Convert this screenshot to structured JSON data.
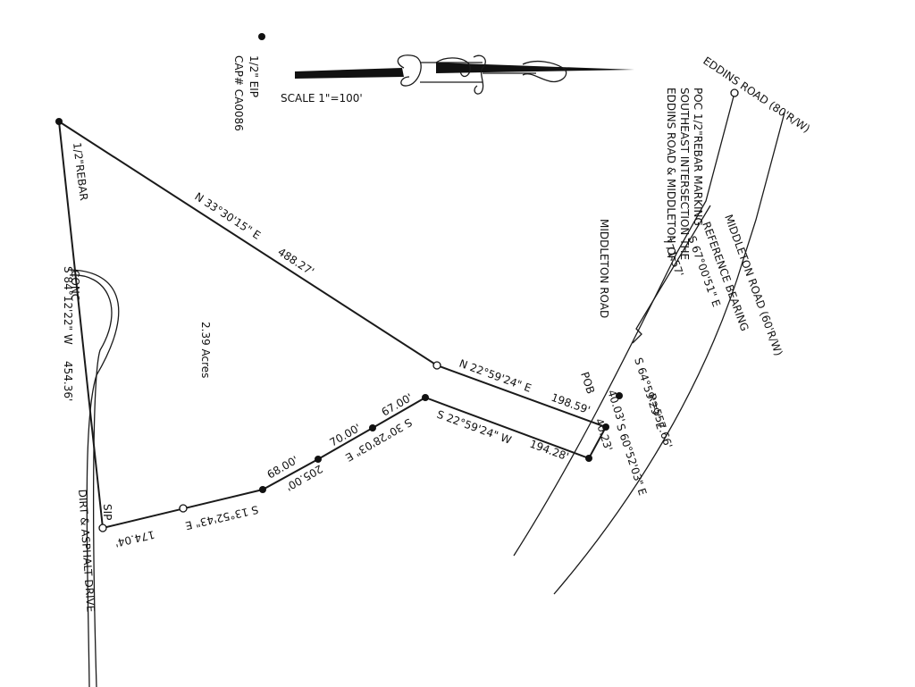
{
  "survey": {
    "eip_note_line1": "1/2\" EIP",
    "eip_note_line2": "CAP# CA0086",
    "scale": "SCALE 1\"=100'",
    "eddins_road": "EDDINS ROAD (80'R/W)",
    "poc_line1": "POC 1/2\"REBAR MARKING",
    "poc_line2": "SOUTHEAST INTERSECTION THE",
    "poc_line3": "EDDINS ROAD & MIDDLETON OF",
    "poc_line4": "MIDDLETON ROAD",
    "middleton_road_line1": "MIDDLETON ROAD (60'R/W)",
    "middleton_road_line2": "REFERENCE BEARING",
    "reference_bearing": "S 67°00'51\" E",
    "reference_distance": "771.57'",
    "rebar_label": "1/2\"REBAR",
    "conc_label": "CONC",
    "west_bearing": "S 84°12'22\" W",
    "west_distance": "454.36'",
    "north_bearing": "N 33°30'15\" E",
    "north_distance": "488.27'",
    "acreage": "2.39 Acres",
    "ne_bearing": "N 22°59'24\" E",
    "ne_distance": "198.59'",
    "sw_bearing": "S 22°59'24\" W",
    "sw_distance": "194.28'",
    "pob_label": "POB",
    "pob_short": "40.03'",
    "pob_short_bearing": "S 60°52'03\" E",
    "curve_radius": "R=557.66'",
    "curve_bearing": "S 64°59'29\" E",
    "curve_length": "40.23'",
    "seg_67": "67.00'",
    "seg_bearing_30": "S 30°28'03\" E",
    "seg_70": "70.00'",
    "seg_205": "205.00'",
    "seg_68": "68.00'",
    "seg_bearing_13": "S 13°52'43\" E",
    "seg_174": "174.04'",
    "sip_label": "SIP",
    "drive_label": "DIRT & ASPHALT DRIVE"
  }
}
